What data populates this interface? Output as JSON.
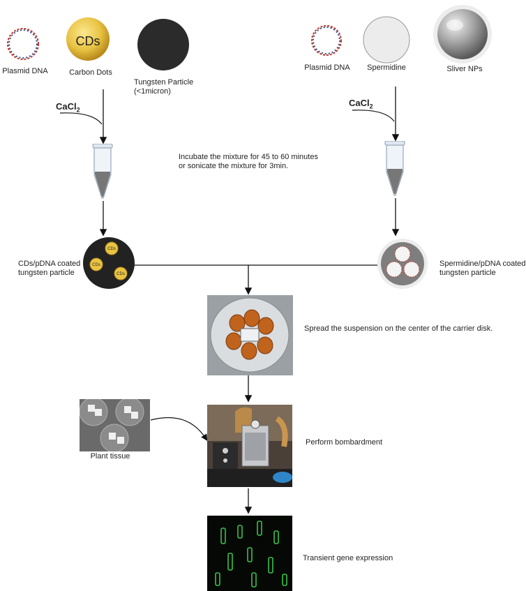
{
  "left_inputs": {
    "plasmid": "Plasmid DNA",
    "carbon_dots": "Carbon Dots",
    "cds_text": "CDs",
    "tungsten": "Tungsten Particle (<1micron)"
  },
  "right_inputs": {
    "plasmid": "Plasmid DNA",
    "spermidine": "Spermidine",
    "silver": "Sliver NPs"
  },
  "reagent": {
    "left": "CaCl",
    "right": "CaCl",
    "sub": "2"
  },
  "incubate_text": "Incubate the mixture for 45 to 60 minutes or sonicate the mixture for 3min.",
  "coated": {
    "left": "CDs/pDNA coated tungsten particle",
    "right": "Spermidine/pDNA coated tungsten particle",
    "cds_small": "CDs"
  },
  "steps": {
    "spread": "Spread the suspension on the center of the carrier disk.",
    "bombard": "Perform bombardment",
    "plant": "Plant tissue",
    "express": "Transient gene expression"
  },
  "colors": {
    "cds_gold": "#e9c443",
    "tungsten": "#2b2b2b",
    "silver": "#9a9a9a",
    "gfp": "#39c24a"
  }
}
